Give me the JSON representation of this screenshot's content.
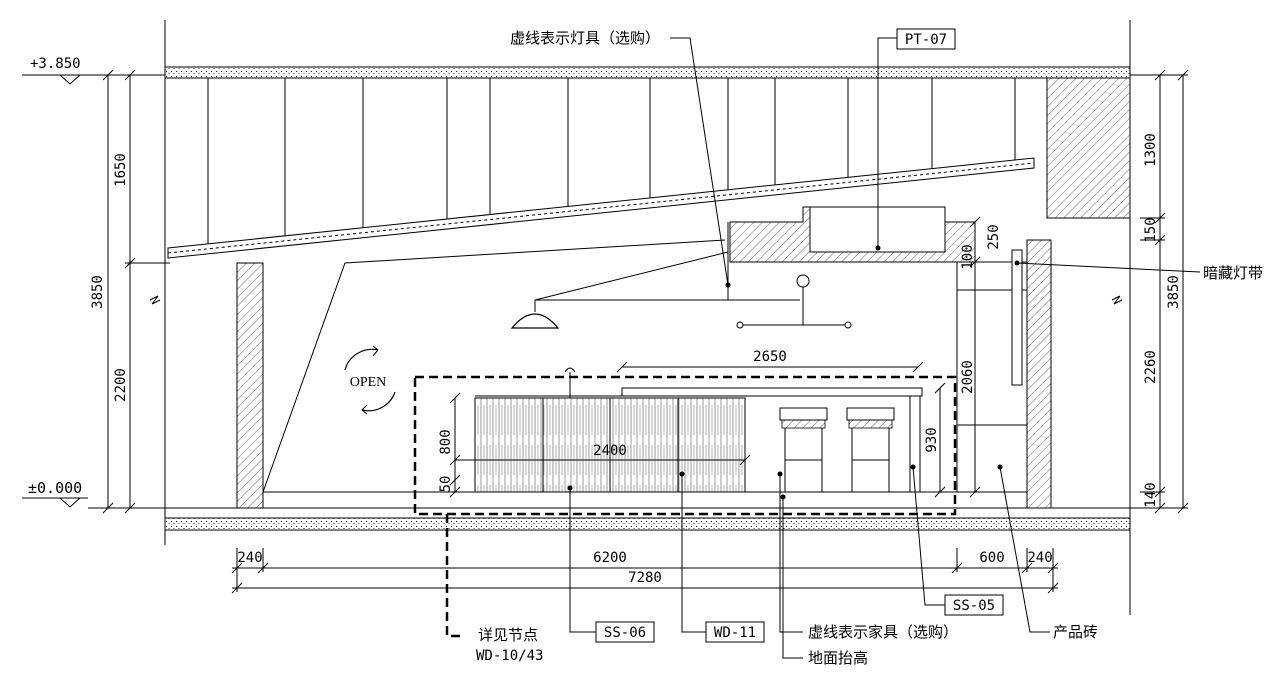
{
  "levels": {
    "top": "+3.850",
    "floor": "±0.000"
  },
  "annotations": {
    "dashed_lights": "虚线表示灯具（选购）",
    "pt07": "PT-07",
    "hidden_led": "暗藏灯带",
    "open": "OPEN",
    "detail_line1": "详见节点",
    "detail_line2": "WD-10/43",
    "ss06": "SS-06",
    "wd11": "WD-11",
    "dashed_furniture": "虚线表示家具（选购）",
    "raised_floor": "地面抬高",
    "ss05": "SS-05",
    "tile": "产品砖"
  },
  "dimensions": {
    "left_upper": "1650",
    "left_total": "3850",
    "left_lower": "2200",
    "right_upper": "1300",
    "right_150": "150",
    "right_total": "3850",
    "right_lower": "2260",
    "right_140": "140",
    "d250": "250",
    "d100": "100",
    "d2060": "2060",
    "d930": "930",
    "d2650": "2650",
    "d2400": "2400",
    "d800": "800",
    "d50": "50",
    "b240_left": "240",
    "b6200": "6200",
    "b600": "600",
    "b240_right": "240",
    "b7280": "7280"
  }
}
